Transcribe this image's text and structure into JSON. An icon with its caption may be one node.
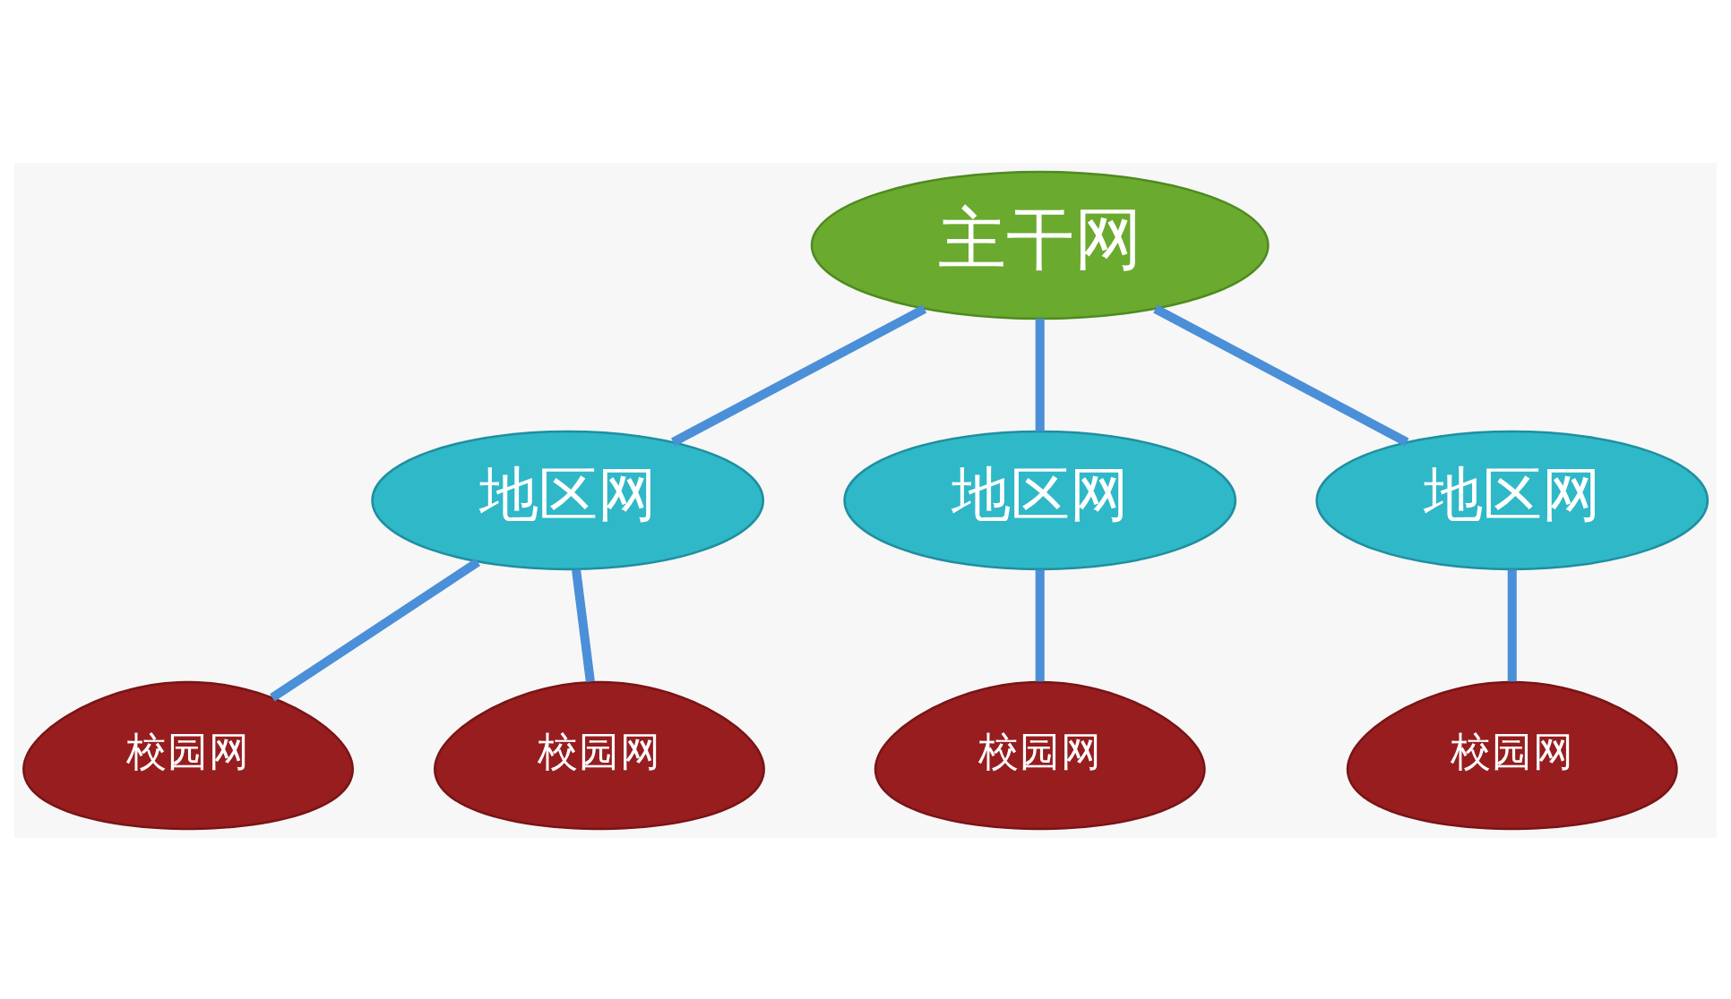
{
  "diagram": {
    "nodes": [
      {
        "text": [
          "主干网"
        ]
      },
      {
        "text": [
          "地区网"
        ]
      },
      {
        "text": [
          "地区网"
        ]
      },
      {
        "text": [
          "地区网"
        ]
      },
      {
        "text": [
          "校园网"
        ]
      },
      {
        "text": [
          "校园网"
        ]
      },
      {
        "text": [
          "校园网"
        ]
      },
      {
        "text": [
          "校园网"
        ]
      }
    ],
    "edges": [
      {
        "from": 0,
        "to": 1,
        "arrow": "none"
      },
      {
        "from": 0,
        "to": 2,
        "arrow": "none"
      },
      {
        "from": 0,
        "to": 3,
        "arrow": "none"
      },
      {
        "from": 1,
        "to": 4,
        "arrow": "none"
      },
      {
        "from": 1,
        "to": 5,
        "arrow": "none"
      },
      {
        "from": 2,
        "to": 6,
        "arrow": "none"
      },
      {
        "from": 3,
        "to": 7,
        "arrow": "none"
      }
    ]
  }
}
